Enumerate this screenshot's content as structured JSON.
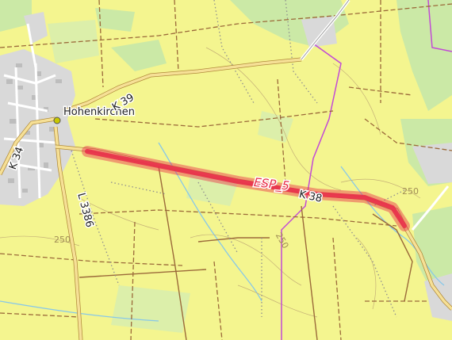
{
  "map": {
    "place_labels": {
      "hohenkirchen": "Hohenkirchen"
    },
    "road_labels": {
      "k39": "K 39",
      "k34": "K 34",
      "k38": "K 38",
      "l3386": "L 3386"
    },
    "contour_labels": {
      "c250_east": "250",
      "c250_mid": "250",
      "c250_southwest": "250"
    },
    "highlight": {
      "label": "ESP_5",
      "color": "#e8304a"
    },
    "colors": {
      "farmland": "#f4f58f",
      "forest": "#c9e8a3",
      "settlement": "#d9d9d9",
      "boundary": "#c24ad6",
      "track": "#9b6a3a",
      "contour": "#b8a46a",
      "water": "#88c8e8",
      "road_secondary": "#f6e096"
    }
  }
}
